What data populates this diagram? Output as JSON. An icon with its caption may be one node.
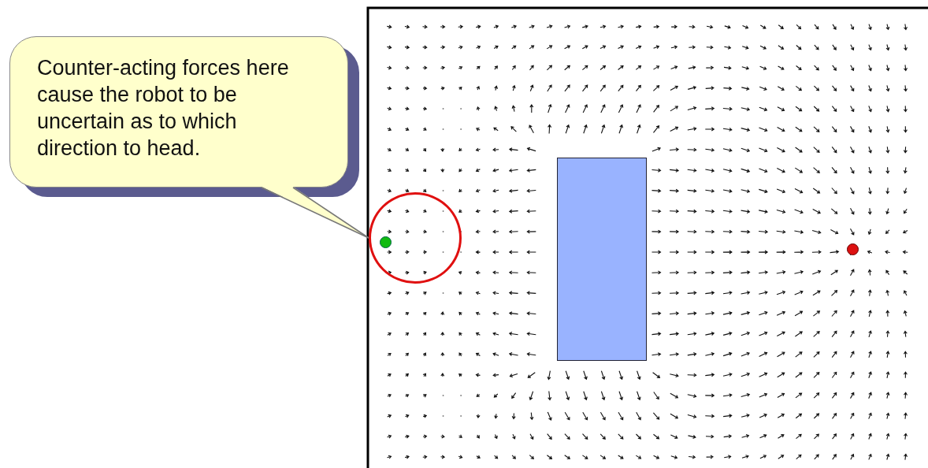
{
  "diagram": {
    "nodes": [
      {
        "text": [
          "Counter-acting forces here cause the robot to be uncertain as to which direction to head."
        ]
      },
      {
        "text": [],
        "shape": "circle"
      },
      {
        "text": [],
        "shape": "circle",
        "in": 1
      },
      {
        "text": [],
        "shape": "box"
      },
      {
        "text": [],
        "shape": "circle"
      }
    ],
    "edges": [
      {
        "from": 0,
        "to": 1,
        "arrow": "none"
      }
    ]
  }
}
